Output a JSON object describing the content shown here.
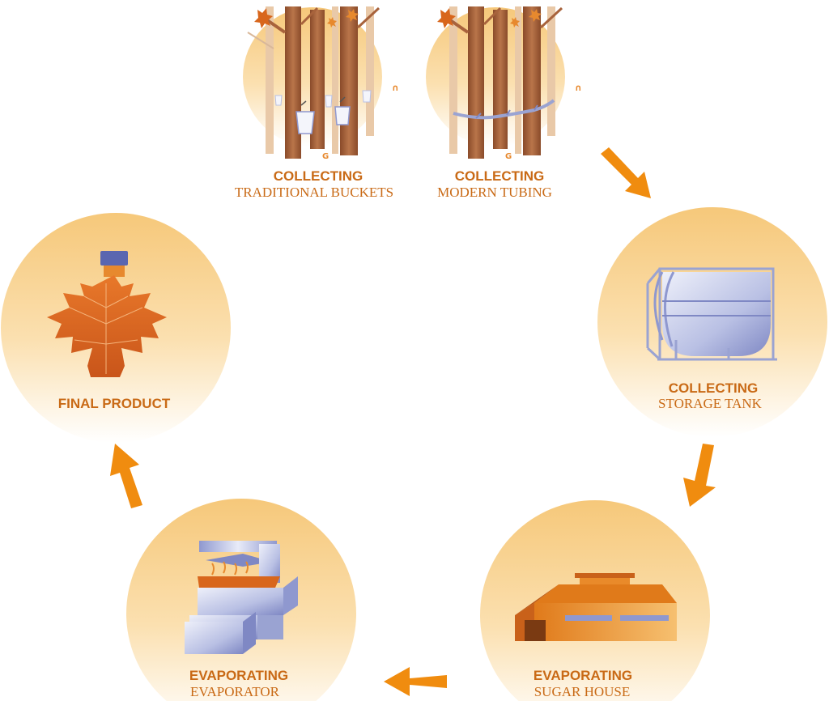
{
  "colors": {
    "label": "#c96a16",
    "arrow": "#f08c0f",
    "circle_top": "#f6c87a",
    "circle_bottom": "#ffffff",
    "bark": "#a8633c",
    "syrup": "#d8661c",
    "metal": "#9aa3d2"
  },
  "stages": {
    "buckets": {
      "title": "COLLECTING",
      "subtitle": "TRADITIONAL BUCKETS"
    },
    "tubing": {
      "title": "COLLECTING",
      "subtitle": "MODERN TUBING"
    },
    "tank": {
      "title": "COLLECTING",
      "subtitle": "STORAGE TANK"
    },
    "sugarhouse": {
      "title": "EVAPORATING",
      "subtitle": "SUGAR HOUSE"
    },
    "evaporator": {
      "title": "EVAPORATING",
      "subtitle": "EVAPORATOR"
    },
    "final": {
      "title": "FINAL PRODUCT"
    }
  },
  "icons": {
    "buckets": "maple-trees-with-buckets",
    "tubing": "maple-trees-with-tubing",
    "tank": "storage-tank",
    "sugarhouse": "sugar-house",
    "evaporator": "evaporator",
    "final": "maple-leaf-syrup-bottle",
    "arrow": "flow-arrow"
  }
}
